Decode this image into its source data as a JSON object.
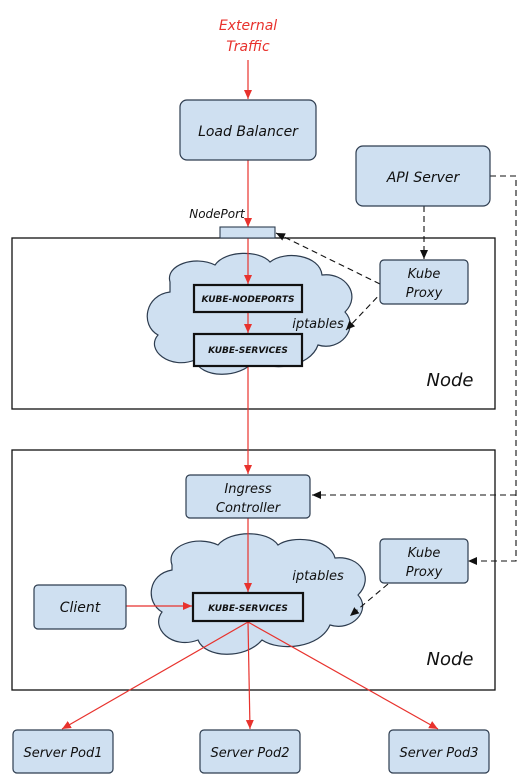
{
  "external_traffic": [
    "External",
    "Traffic"
  ],
  "load_balancer": "Load Balancer",
  "api_server": "API Server",
  "nodeport": "NodePort",
  "node1": {
    "kube_proxy": [
      "Kube",
      "Proxy"
    ],
    "kube_nodeports": "KUBE-NODEPORTS",
    "kube_services": "KUBE-SERVICES",
    "iptables": "iptables",
    "node_label": "Node"
  },
  "node2": {
    "ingress_controller": [
      "Ingress",
      "Controller"
    ],
    "kube_proxy": [
      "Kube",
      "Proxy"
    ],
    "client": "Client",
    "kube_services": "KUBE-SERVICES",
    "iptables": "iptables",
    "node_label": "Node"
  },
  "pods": [
    "Server Pod1",
    "Server Pod2",
    "Server Pod3"
  ],
  "colors": {
    "box_fill": "#cfe0f1",
    "box_stroke": "#2d3c4f",
    "arrow_red": "#e8322d",
    "dashed": "#111111"
  }
}
